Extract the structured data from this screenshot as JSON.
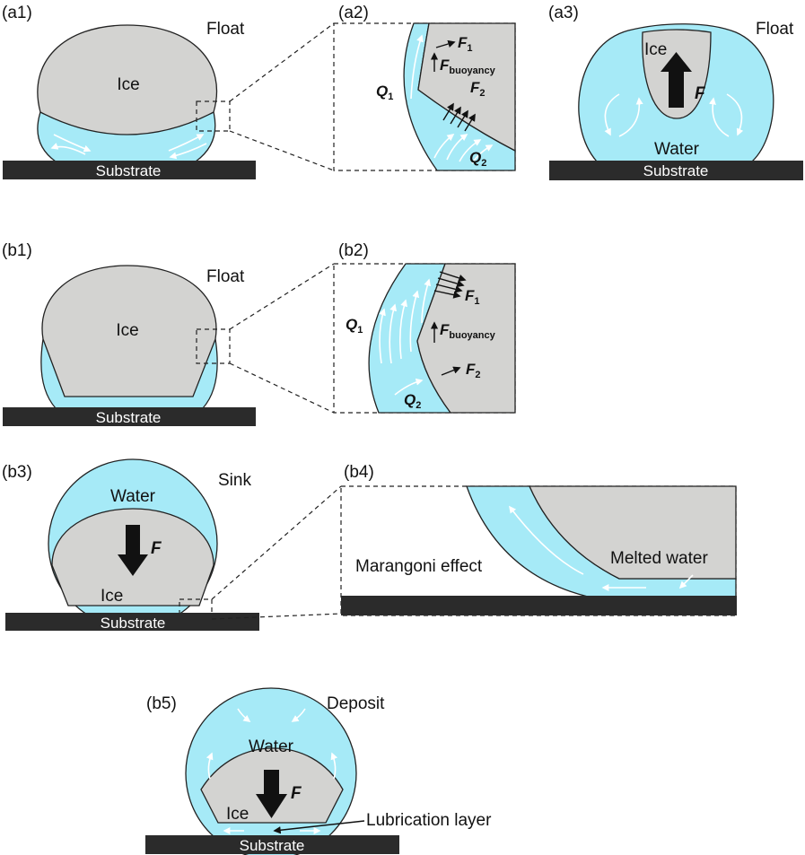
{
  "panels": {
    "a1": {
      "label": "(a1)",
      "state": "Float",
      "ice": "Ice",
      "substrate": "Substrate"
    },
    "a2": {
      "label": "(a2)",
      "q1": "Q",
      "q1_sub": "1",
      "q2": "Q",
      "q2_sub": "2",
      "f1": "F",
      "f1_sub": "1",
      "f2": "F",
      "f2_sub": "2",
      "fb": "F",
      "fb_sub": "buoyancy"
    },
    "a3": {
      "label": "(a3)",
      "state": "Float",
      "ice": "Ice",
      "force": "F",
      "water": "Water",
      "substrate": "Substrate"
    },
    "b1": {
      "label": "(b1)",
      "state": "Float",
      "ice": "Ice",
      "substrate": "Substrate"
    },
    "b2": {
      "label": "(b2)",
      "q1": "Q",
      "q1_sub": "1",
      "q2": "Q",
      "q2_sub": "2",
      "f1": "F",
      "f1_sub": "1",
      "f2": "F",
      "f2_sub": "2",
      "fb": "F",
      "fb_sub": "buoyancy"
    },
    "b3": {
      "label": "(b3)",
      "state": "Sink",
      "water": "Water",
      "force": "F",
      "ice": "Ice",
      "substrate": "Substrate"
    },
    "b4": {
      "label": "(b4)",
      "marangoni": "Marangoni effect",
      "melted": "Melted water"
    },
    "b5": {
      "label": "(b5)",
      "state": "Deposit",
      "water": "Water",
      "force": "F",
      "ice": "Ice",
      "lubrication": "Lubrication layer",
      "substrate": "Substrate"
    }
  },
  "colors": {
    "water": "#a6eaf7",
    "ice": "#d3d3d1",
    "substrate": "#2b2b2b"
  }
}
